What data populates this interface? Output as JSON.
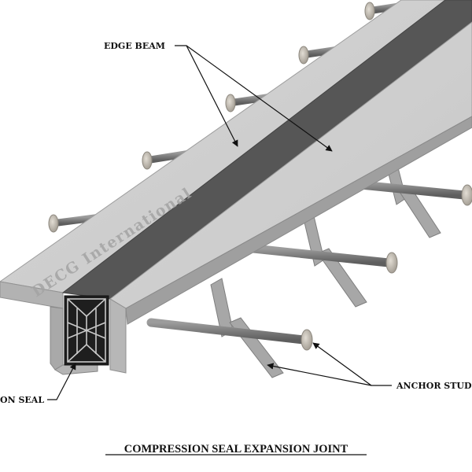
{
  "labels": {
    "edge_beam": "EDGE BEAM",
    "anchor_stud": "ANCHOR STUD",
    "seal_partial": "ON SEAL"
  },
  "brand_text": "DECG International",
  "caption": "COMPRESSION SEAL EXPANSION JOINT",
  "colors": {
    "beam_top": "#cfcfcf",
    "beam_side": "#a9a9a9",
    "seal_strip": "#555555",
    "stud": "#8a8a8a",
    "stud_head": "#b8b2a8",
    "leader": "#111111"
  }
}
